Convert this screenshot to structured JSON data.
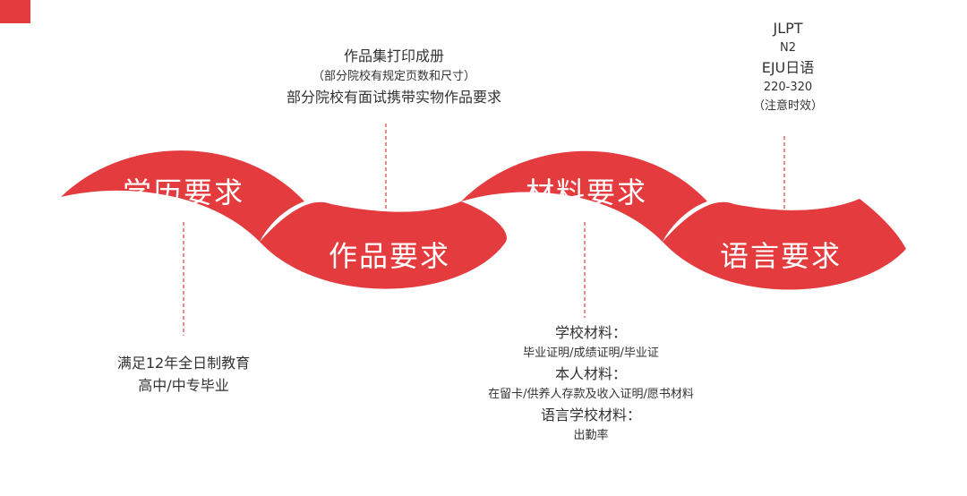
{
  "accent_color": "#e33b3e",
  "segments": {
    "education": {
      "label": "学历要求"
    },
    "portfolio": {
      "label": "作品要求"
    },
    "materials": {
      "label": "材料要求"
    },
    "language": {
      "label": "语言要求"
    }
  },
  "notes": {
    "portfolio": {
      "line1": "作品集打印成册",
      "line2": "（部分院校有规定页数和尺寸）",
      "line3": "部分院校有面试携带实物作品要求"
    },
    "language": {
      "line1": "JLPT",
      "line2": "N2",
      "line3": "EJU日语",
      "line4": "220-320",
      "line5": "（注意时效）"
    },
    "education": {
      "line1": "满足12年全日制教育",
      "line2": "高中/中专毕业"
    },
    "materials": {
      "school_title": "学校材料：",
      "school_items": "毕业证明/成绩证明/毕业证",
      "personal_title": "本人材料：",
      "personal_items": "在留卡/供养人存款及收入证明/愿书材料",
      "language_school_title": "语言学校材料：",
      "language_school_items": "出勤率"
    }
  }
}
